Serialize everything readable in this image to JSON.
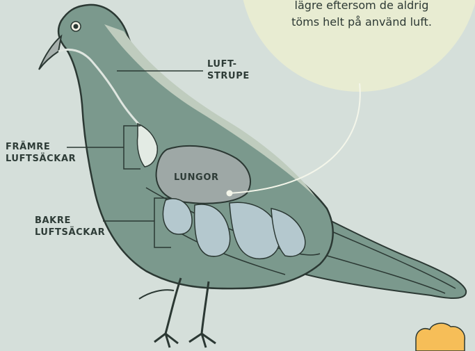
{
  "callout": {
    "lines": [
      "lägre eftersom de aldrig",
      "töms helt på använd luft."
    ]
  },
  "labels": {
    "luftstrupe": [
      "LUFT-",
      "STRUPE"
    ],
    "framre": [
      "FRÄMRE",
      "LUFTSÄCKAR"
    ],
    "lungor": "LUNGOR",
    "bakre": [
      "BAKRE",
      "LUFTSÄCKAR"
    ]
  },
  "colors": {
    "background": "#d5dfda",
    "callout_circle": "#e8ecd2",
    "body": "#7b998d",
    "body_outline": "#2b3833",
    "highlight": "#bfccbe",
    "lungs": "#9ea8a6",
    "air_sacs": "#b4c8ce",
    "accent": "#f6be58"
  }
}
